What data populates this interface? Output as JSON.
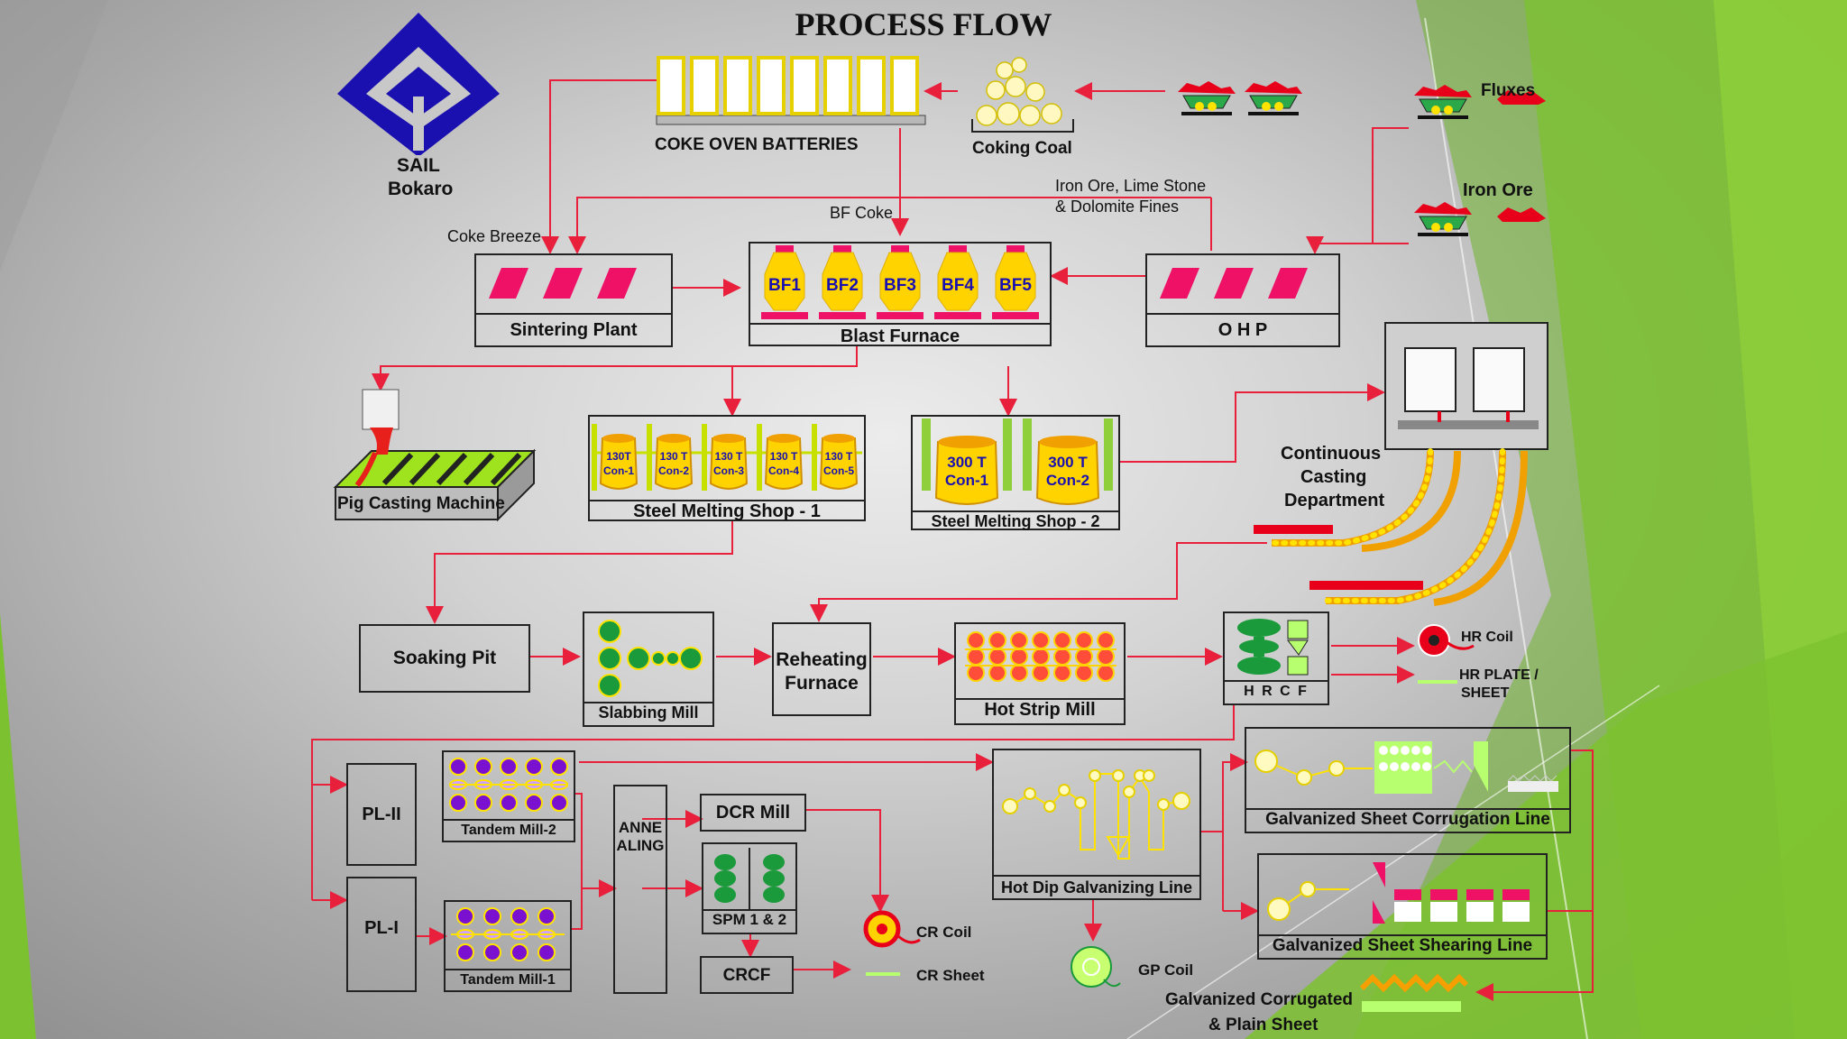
{
  "title": "PROCESS FLOW",
  "logo": {
    "line1": "SAIL",
    "line2": "Bokaro"
  },
  "labels": {
    "coke_oven_batteries": "COKE OVEN BATTERIES",
    "coking_coal": "Coking Coal",
    "fluxes": "Fluxes",
    "iron_ore": "Iron Ore",
    "iron_ore_fines_1": "Iron Ore, Lime Stone",
    "iron_ore_fines_2": "& Dolomite Fines",
    "bf_coke": "BF Coke",
    "coke_breeze": "Coke Breeze",
    "sintering_plant": "Sintering Plant",
    "blast_furnace": "Blast Furnace",
    "ohp": "O H P",
    "pig_casting": "Pig Casting Machine",
    "sms1": "Steel Melting Shop - 1",
    "sms2": "Steel Melting Shop - 2",
    "ccd_1": "Continuous",
    "ccd_2": "Casting",
    "ccd_3": "Department",
    "soaking_pit": "Soaking Pit",
    "slabbing_mill": "Slabbing Mill",
    "reheating_1": "Reheating",
    "reheating_2": "Furnace",
    "hot_strip_mill": "Hot Strip Mill",
    "hrcf": "H R C F",
    "hr_coil": "HR Coil",
    "hr_plate_1": "HR PLATE /",
    "hr_plate_2": "SHEET",
    "pl2": "PL-II",
    "pl1": "PL-I",
    "tandem2": "Tandem Mill-2",
    "tandem1": "Tandem Mill-1",
    "annealing": "ANNEALING",
    "dcr_mill": "DCR Mill",
    "spm": "SPM 1 & 2",
    "crcf": "CRCF",
    "cr_coil": "CR Coil",
    "cr_sheet": "CR Sheet",
    "hdgl": "Hot Dip Galvanizing Line",
    "gp_coil": "GP Coil",
    "gscl": "Galvanized Sheet Corrugation Line",
    "gssl": "Galvanized Sheet Shearing Line",
    "gcps_1": "Galvanized  Corrugated",
    "gcps_2": "& Plain Sheet"
  },
  "blast_furnaces": [
    "BF1",
    "BF2",
    "BF3",
    "BF4",
    "BF5"
  ],
  "sms1_converters": [
    [
      "130T",
      "Con-1"
    ],
    [
      "130 T",
      "Con-2"
    ],
    [
      "130 T",
      "Con-3"
    ],
    [
      "130 T",
      "Con-4"
    ],
    [
      "130 T",
      "Con-5"
    ]
  ],
  "sms2_converters": [
    [
      "300 T",
      "Con-1"
    ],
    [
      "300 T",
      "Con-2"
    ]
  ],
  "colors": {
    "flow": "#e8203c",
    "accent_red": "#e8001a",
    "magenta": "#ee1166",
    "yellow": "#ffd300",
    "green_panel": "#7cc230",
    "logo_blue": "#1a10b0"
  }
}
